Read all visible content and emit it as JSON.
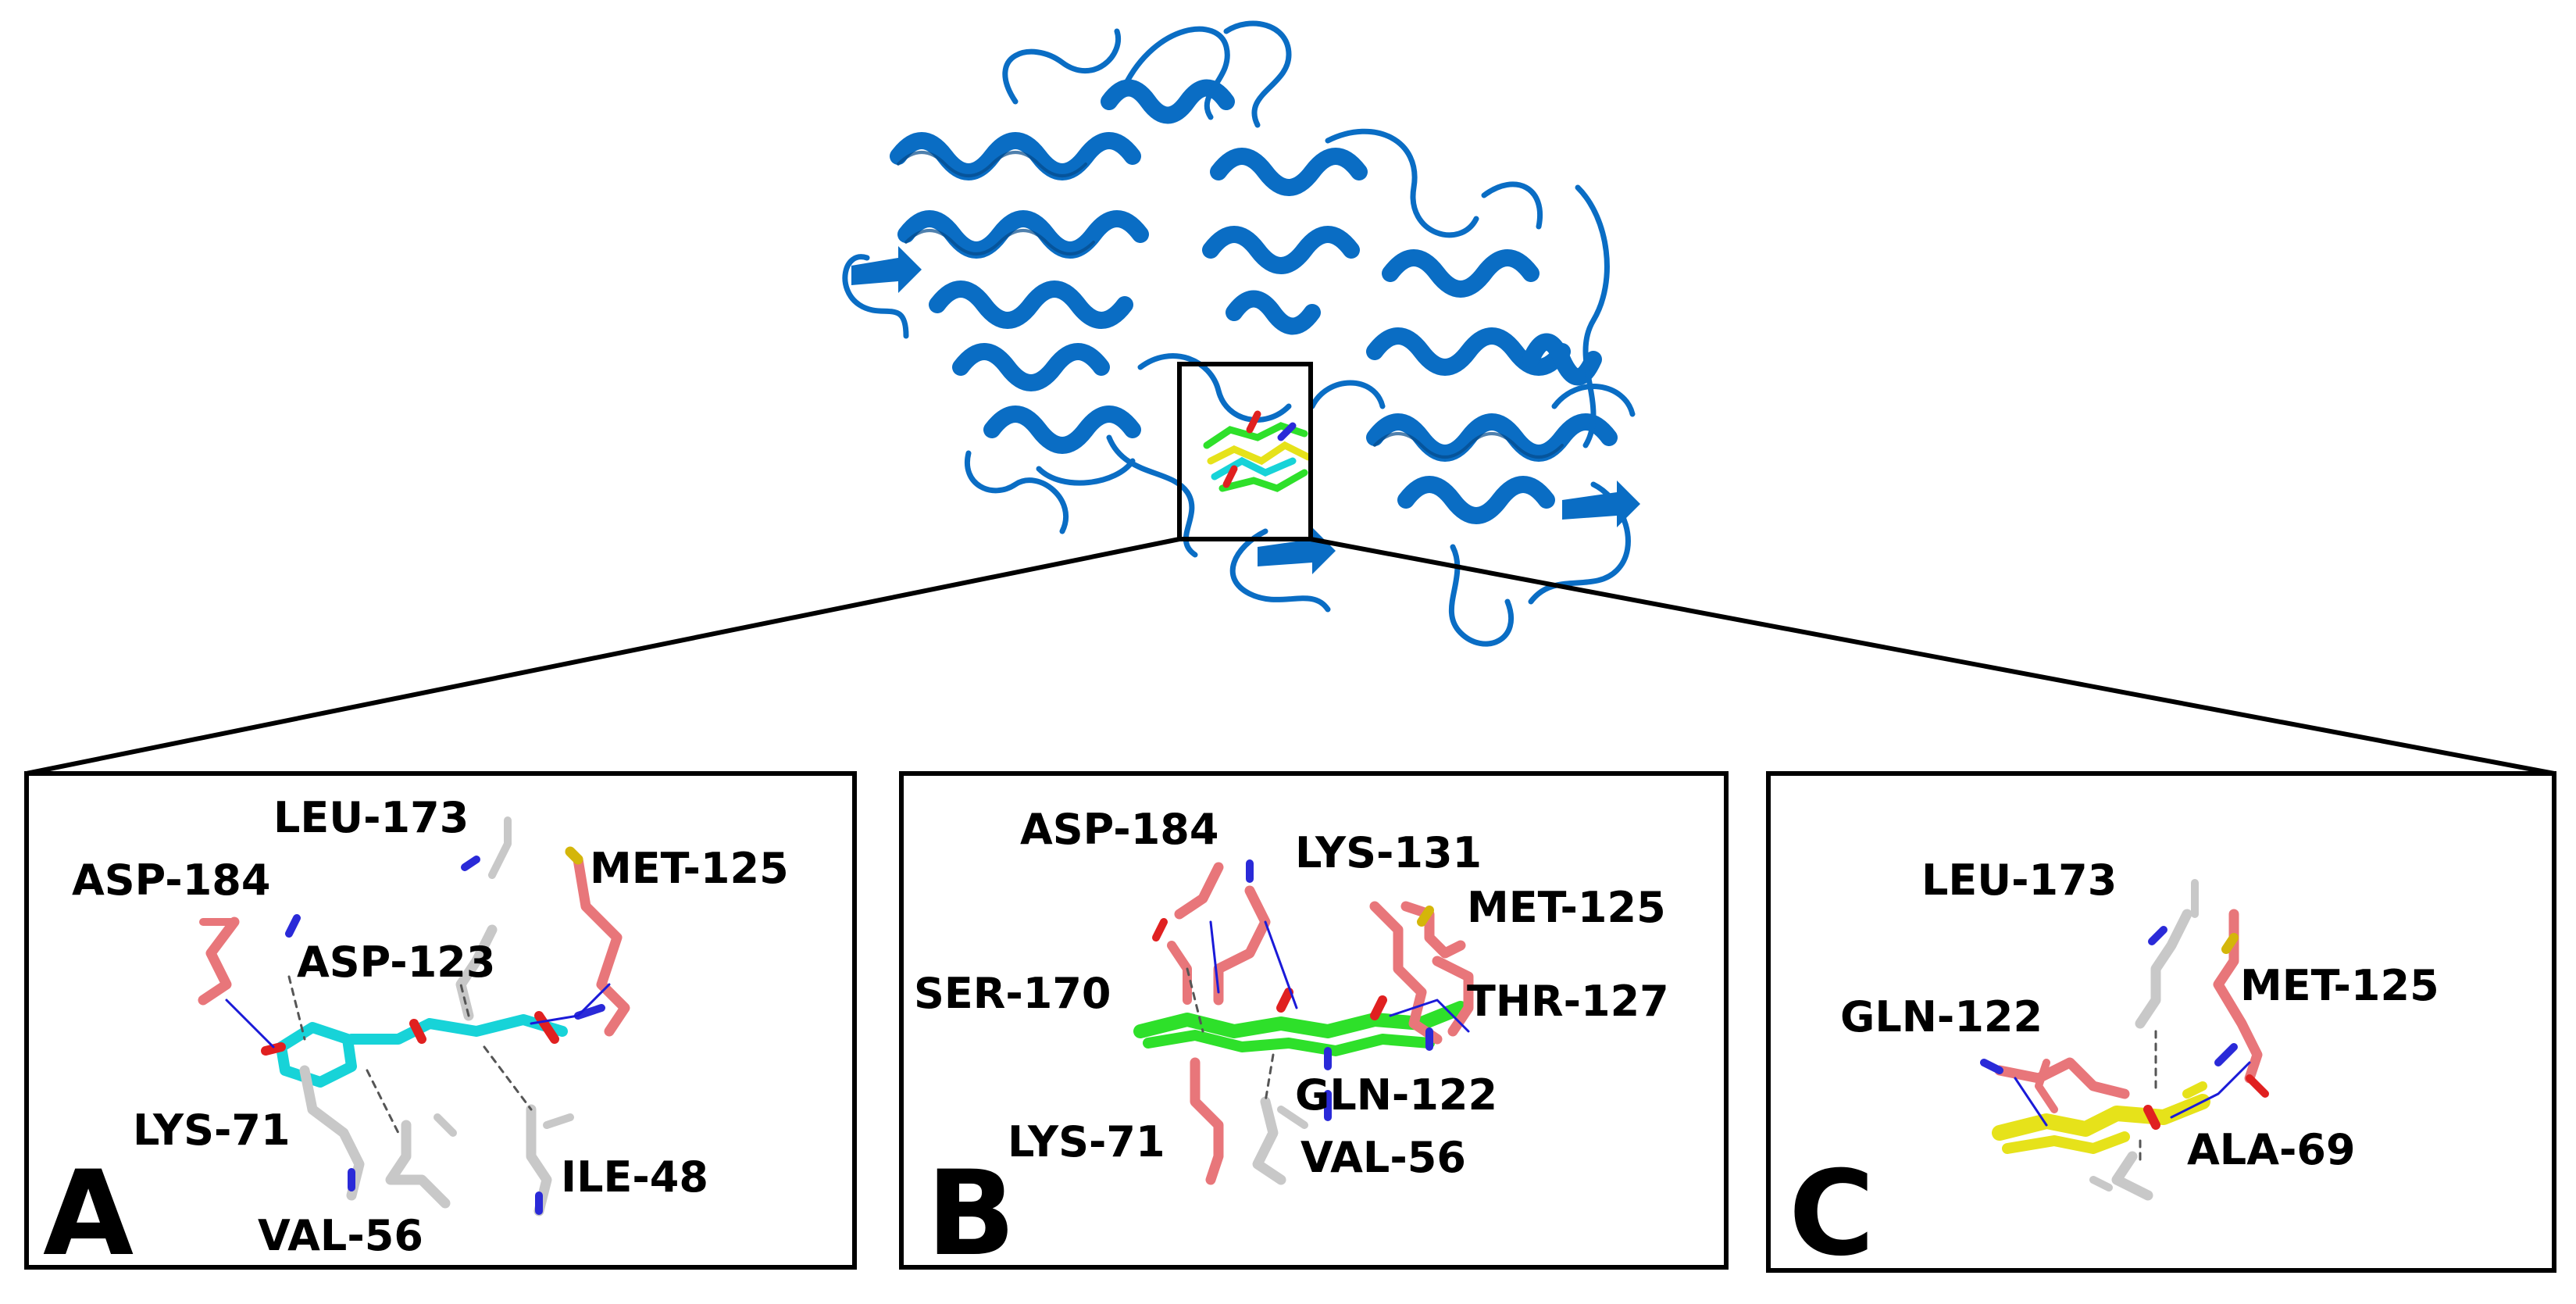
{
  "colors": {
    "protein": "#0a6dc4",
    "protein_dark": "#044a8a",
    "residue_salmon": "#e8767a",
    "residue_white": "#c8c8c8",
    "ligand_A": "#17d3d8",
    "ligand_B": "#2ee02a",
    "ligand_C": "#e6e21a",
    "nitrogen": "#2a2ad8",
    "oxygen": "#e02020",
    "sulfur": "#d4b60a",
    "hbond": "#1a1ad8",
    "contact": "#555555",
    "frame": "#000000"
  },
  "overview": {
    "description_icon": "protein-ribbon",
    "zoom_box_icon": "selection-box"
  },
  "panels": [
    {
      "letter": "A",
      "ligand_color": "#17d3d8",
      "residues": [
        "LEU-173",
        "ASP-184",
        "MET-125",
        "ASP-123",
        "LYS-71",
        "ILE-48",
        "VAL-56"
      ]
    },
    {
      "letter": "B",
      "ligand_color": "#2ee02a",
      "residues": [
        "ASP-184",
        "LYS-131",
        "MET-125",
        "SER-170",
        "THR-127",
        "GLN-122",
        "LYS-71",
        "VAL-56"
      ]
    },
    {
      "letter": "C",
      "ligand_color": "#e6e21a",
      "residues": [
        "LEU-173",
        "MET-125",
        "GLN-122",
        "ALA-69"
      ]
    }
  ]
}
